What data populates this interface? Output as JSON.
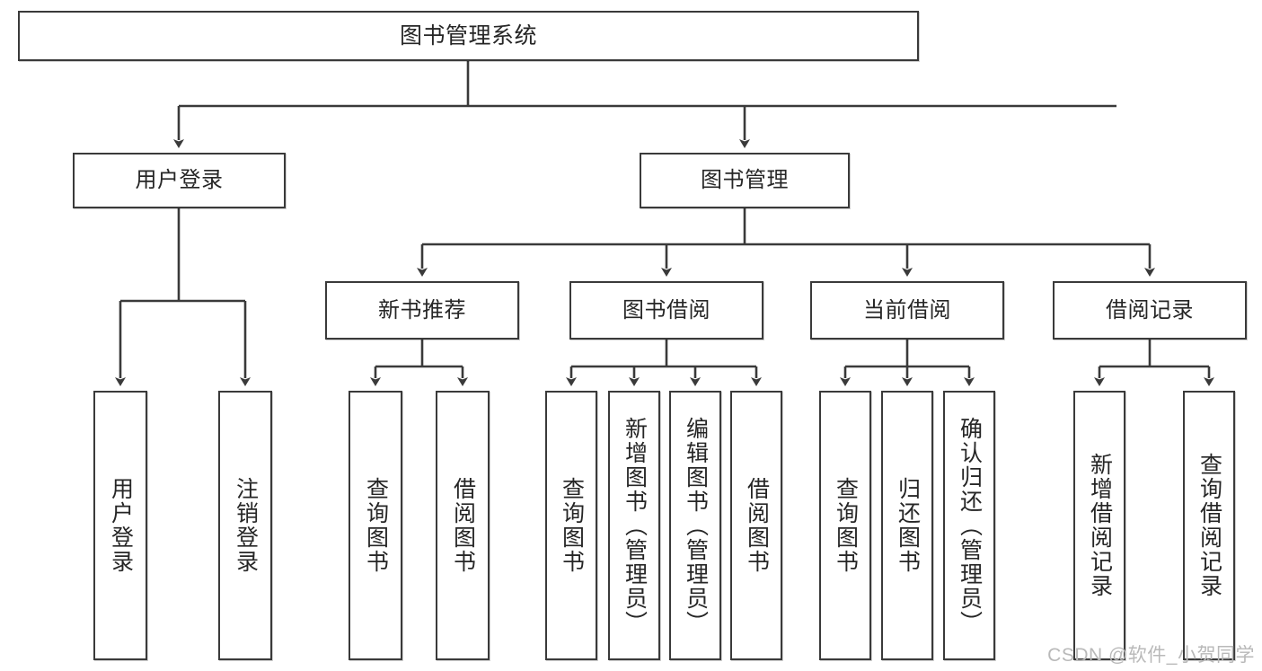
{
  "diagram": {
    "title": "图书管理系统",
    "watermark": "CSDN @软件_小贺同学",
    "style": {
      "line_color": "#3a3a3a",
      "box_fill": "#ffffff",
      "text_color": "#262626",
      "watermark_color": "#b9b9b9"
    },
    "nodes": {
      "root": "图书管理系统",
      "level1": [
        "用户登录",
        "图书管理"
      ],
      "level2": [
        "新书推荐",
        "图书借阅",
        "当前借阅",
        "借阅记录"
      ],
      "leaves": {
        "user_login": [
          "用户登录",
          "注销登录"
        ],
        "new_book": [
          "查询图书",
          "借阅图书"
        ],
        "book_borrow": [
          "查询图书",
          "新增图书（管理员）",
          "编辑图书（管理员）",
          "借阅图书"
        ],
        "current_borrow": [
          "查询图书",
          "归还图书",
          "确认归还（管理员）"
        ],
        "borrow_record": [
          "新增借阅记录",
          "查询借阅记录"
        ]
      }
    }
  }
}
